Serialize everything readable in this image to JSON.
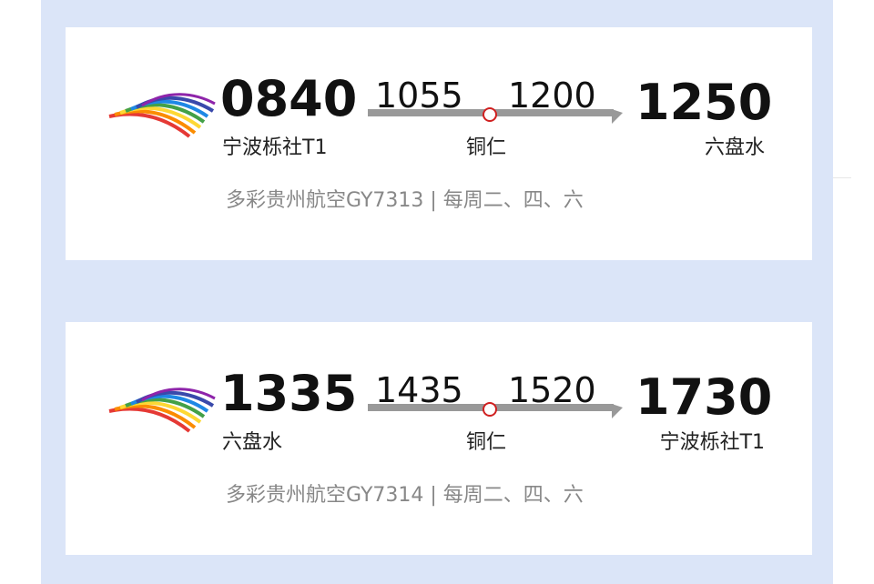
{
  "colors": {
    "panel_bg": "#dbe5f8",
    "card_bg": "#ffffff",
    "stop_marker": "#d02020",
    "track": "#999999",
    "info_text": "#888888"
  },
  "flights": [
    {
      "logo_icon": "airline-rainbow-logo-icon",
      "departure_time": "0840",
      "stop_arrival_time": "1055",
      "stop_departure_time": "1200",
      "arrival_time": "1250",
      "departure_city": "宁波栎社T1",
      "stop_city": "铜仁",
      "arrival_city": "六盘水",
      "info": "多彩贵州航空GY7313 | 每周二、四、六"
    },
    {
      "logo_icon": "airline-rainbow-logo-icon",
      "departure_time": "1335",
      "stop_arrival_time": "1435",
      "stop_departure_time": "1520",
      "arrival_time": "1730",
      "departure_city": "六盘水",
      "stop_city": "铜仁",
      "arrival_city": "宁波栎社T1",
      "info": "多彩贵州航空GY7314 | 每周二、四、六"
    }
  ]
}
